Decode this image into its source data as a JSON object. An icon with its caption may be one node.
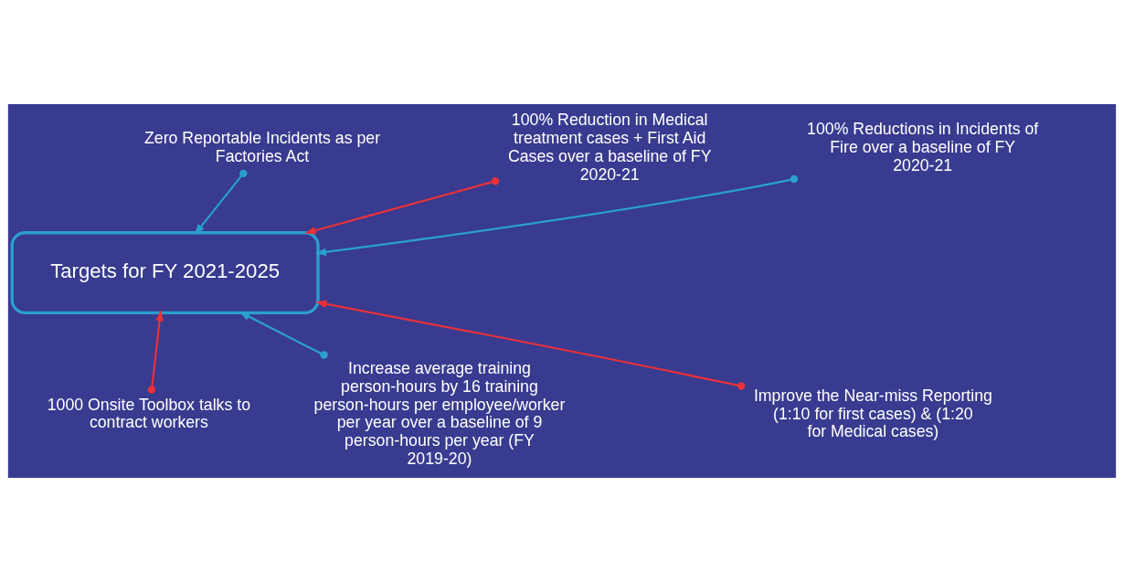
{
  "diagram": {
    "nodes": [
      {
        "text": [
          "Targets for FY 2021-2025"
        ]
      },
      {
        "text": [
          "Zero Reportable Incidents as per Factories Act"
        ]
      },
      {
        "text": [
          "100% Reduction in Medical treatment cases + First Aid Cases over a baseline of FY 2020-21"
        ]
      },
      {
        "text": [
          "100% Reductions in Incidents of Fire over a baseline of FY 2020-21"
        ]
      },
      {
        "text": [
          "1000 Onsite Toolbox talks to contract workers"
        ]
      },
      {
        "text": [
          "Increase average training person-hours by 16 training person-hours per employee/worker per year over a baseline of 9 person-hours per year (FY 2019-20)"
        ]
      },
      {
        "text": [
          "Improve the Near-miss Reporting (1:10 for first cases) & (1:20 for Medical cases)"
        ]
      }
    ],
    "edges": [
      {
        "from": 1,
        "to": 0,
        "arrow": "to",
        "color": "#2b9fd0"
      },
      {
        "from": 2,
        "to": 0,
        "arrow": "to",
        "color": "#e8313a"
      },
      {
        "from": 3,
        "to": 0,
        "arrow": "to",
        "color": "#2b9fd0"
      },
      {
        "from": 4,
        "to": 0,
        "arrow": "to",
        "color": "#e8313a"
      },
      {
        "from": 5,
        "to": 0,
        "arrow": "to",
        "color": "#2b9fd0"
      },
      {
        "from": 6,
        "to": 0,
        "arrow": "to",
        "color": "#e8313a"
      }
    ]
  }
}
